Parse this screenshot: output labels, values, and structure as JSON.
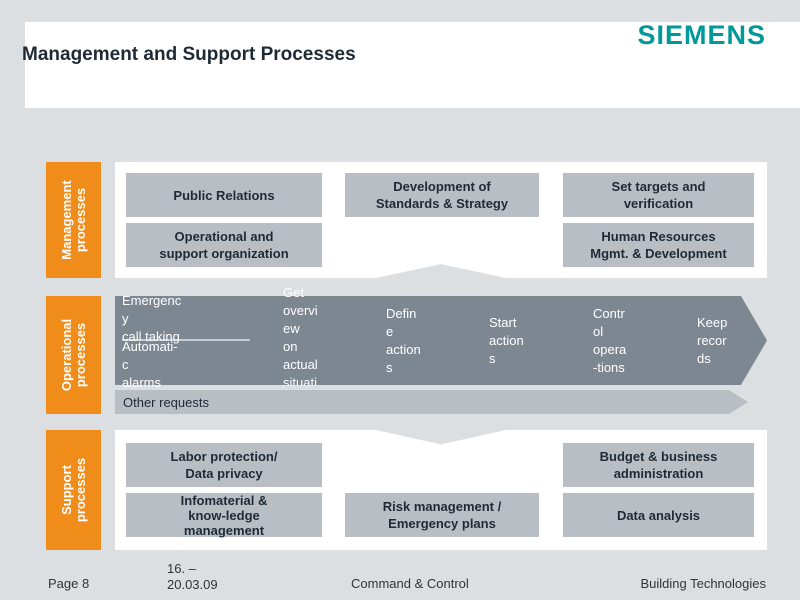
{
  "header": {
    "title": "Management and Support Processes",
    "logo": "SIEMENS"
  },
  "side_labels": {
    "management": "Management\nprocesses",
    "operational": "Operational\nprocesses",
    "support": "Support\nprocesses"
  },
  "management": {
    "public_relations": "Public Relations",
    "development": "Development of\nStandards & Strategy",
    "targets": "Set targets and\nverification",
    "operational_support": "Operational and\nsupport organization",
    "human_resources": "Human Resources\nMgmt. & Development"
  },
  "operational": {
    "step1_a": "Emergenc\ny\ncall taking",
    "step1_b": "Automati-\nc\nalarms",
    "step2": "Get\novervi\new\non\nactual\nsituati",
    "step3": "Defin\ne\naction\ns",
    "step4": "Start\naction\ns",
    "step5": "Contr\nol\nopera\n-tions",
    "step6": "Keep\nrecor\nds",
    "other_requests": "Other requests"
  },
  "support": {
    "labor": "Labor protection/\nData privacy",
    "budget": "Budget & business\nadministration",
    "infomaterial": "Infomaterial &\nknow-ledge\nmanagement",
    "risk": "Risk management /\nEmergency plans",
    "data_analysis": "Data analysis"
  },
  "footer": {
    "page": "Page 8",
    "date": "16. –\n20.03.09",
    "center": "Command & Control",
    "right": "Building Technologies"
  },
  "colors": {
    "accent_orange": "#f08c1a",
    "brand_teal": "#009999",
    "arrow_gray": "#7d8792",
    "box_gray": "#b9bec5"
  }
}
